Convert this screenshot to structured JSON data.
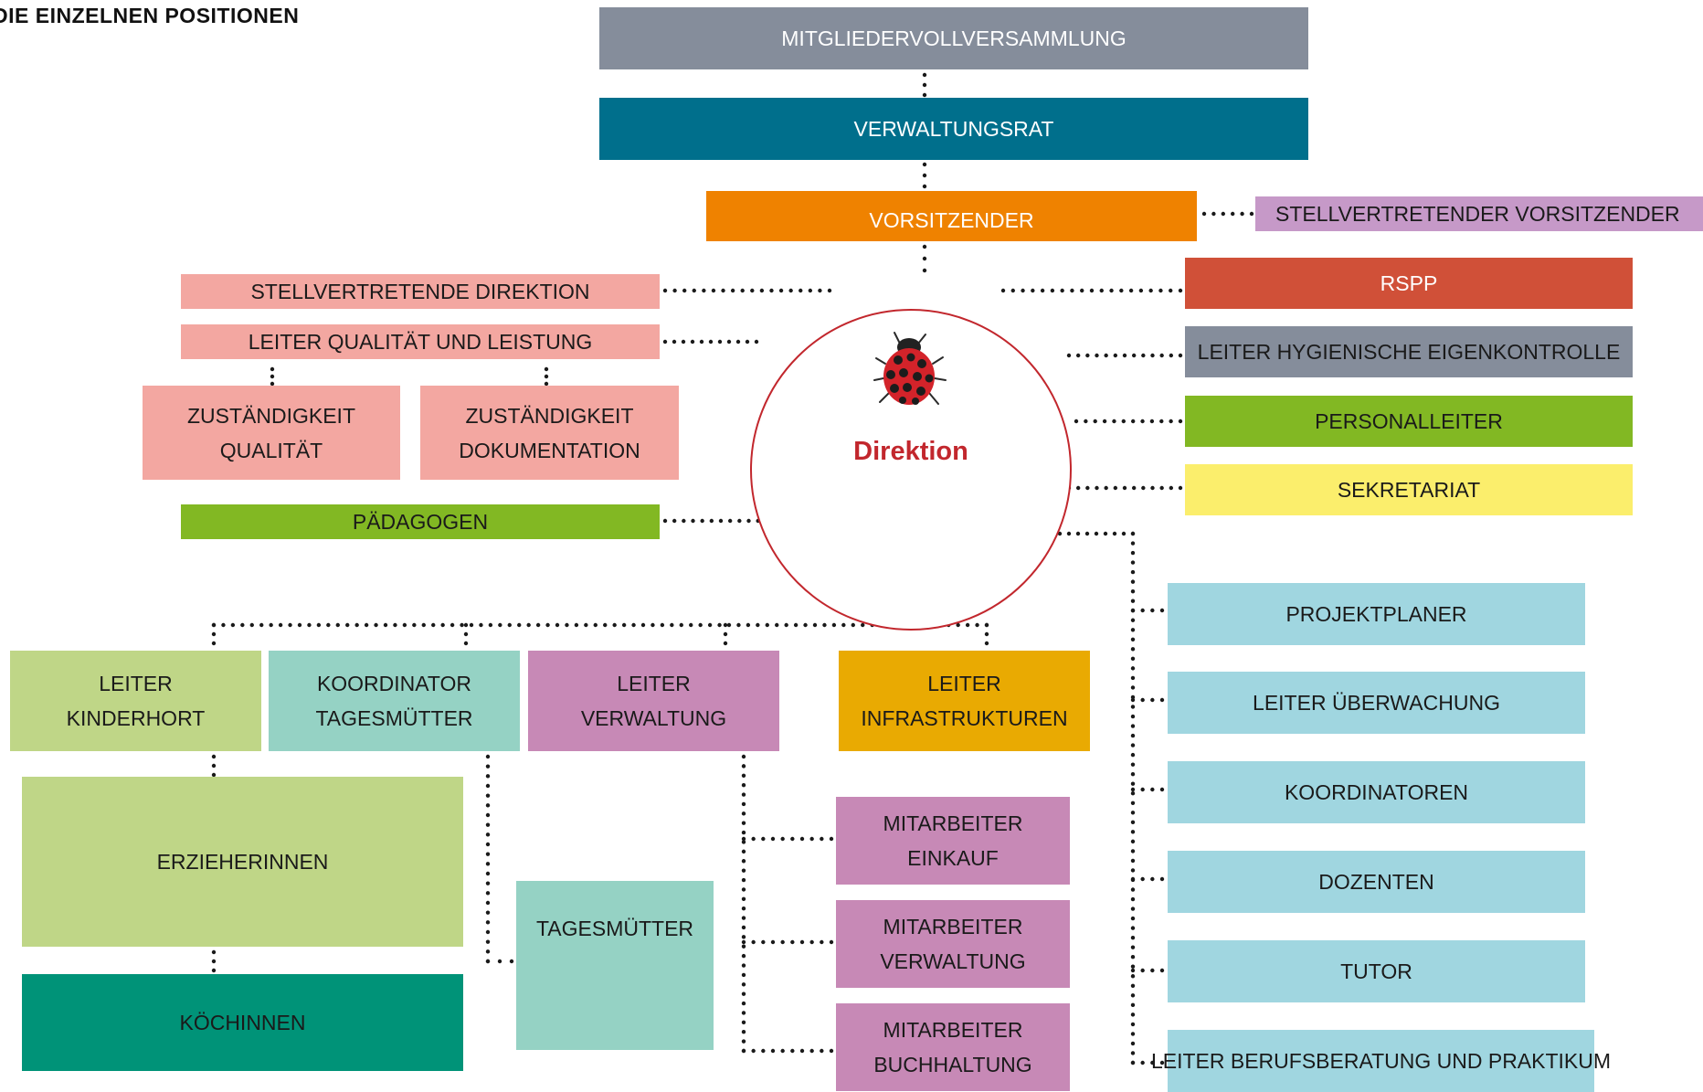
{
  "heading": "DIE EINZELNEN POSITIONEN",
  "colors": {
    "connector": "#1a1a1a",
    "direction_ring": "#c2272d",
    "grey": "#858d9b",
    "teal": "#006f8c",
    "orange": "#ef8200",
    "lilac": "#c699c8",
    "pink": "#f3a7a1",
    "red": "#d05038",
    "green": "#82b823",
    "yellow": "#fbee6c",
    "light_blue": "#a0d6e0",
    "pale_green": "#bfd687",
    "mint": "#95d2c4",
    "purple": "#c789b6",
    "amber": "#e9aa02",
    "sea_green": "#009378"
  },
  "direction": {
    "label": "Direktion",
    "icon": "ladybug-icon"
  },
  "boxes": {
    "mitgliederversammlung": "MITGLIEDERVOLLVERSAMMLUNG",
    "verwaltungsrat": "VERWALTUNGSRAT",
    "vorsitzender": "VORSITZENDER",
    "stellv_vorsitzender": "STELLVERTRETENDER VORSITZENDER",
    "stellv_direktion": "STELLVERTRETENDE DIREKTION",
    "leiter_qualitaet": "LEITER  QUALITÄT UND LEISTUNG",
    "zust_qualitaet_1": "ZUSTÄNDIGKEIT",
    "zust_qualitaet_2": "QUALITÄT",
    "zust_doku_1": "ZUSTÄNDIGKEIT",
    "zust_doku_2": "DOKUMENTATION",
    "paedagogen": "PÄDAGOGEN",
    "rspp": "RSPP",
    "leiter_hygiene": "LEITER HYGIENISCHE EIGENKONTROLLE",
    "personalleiter": "PERSONALLEITER",
    "sekretariat": "SEKRETARIAT",
    "projektplaner": "PROJEKTPLANER",
    "leiter_ueberwachung": "LEITER ÜBERWACHUNG",
    "koordinatoren": "KOORDINATOREN",
    "dozenten": "DOZENTEN",
    "tutor": "TUTOR",
    "leiter_berufsberatung": "LEITER BERUFSBERATUNG UND PRAKTIKUM",
    "leiter_kinderhort_1": "LEITER",
    "leiter_kinderhort_2": "KINDERHORT",
    "koord_tagesmuetter_1": "KOORDINATOR",
    "koord_tagesmuetter_2": "TAGESMÜTTER",
    "leiter_verwaltung_1": "LEITER",
    "leiter_verwaltung_2": "VERWALTUNG",
    "leiter_infra_1": "LEITER",
    "leiter_infra_2": "INFRASTRUKTUREN",
    "erzieherinnen": "ERZIEHERINNEN",
    "koechinnen": "KÖCHINNEN",
    "tagesmuetter": "TAGESMÜTTER",
    "ma_einkauf_1": "MITARBEITER",
    "ma_einkauf_2": "EINKAUF",
    "ma_verwaltung_1": "MITARBEITER",
    "ma_verwaltung_2": "VERWALTUNG",
    "ma_buchhaltung_1": "MITARBEITER",
    "ma_buchhaltung_2": "BUCHHALTUNG"
  }
}
